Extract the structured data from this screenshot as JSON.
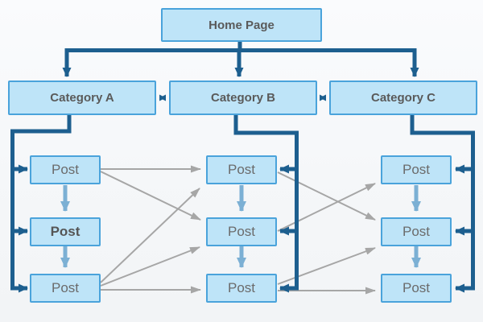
{
  "diagram": {
    "home": {
      "label": "Home Page"
    },
    "categories": [
      {
        "id": "category-a",
        "label": "Category A"
      },
      {
        "id": "category-b",
        "label": "Category B"
      },
      {
        "id": "category-c",
        "label": "Category C"
      }
    ],
    "post_columns": [
      {
        "category": "Category A",
        "posts": [
          {
            "label": "Post",
            "bold": false
          },
          {
            "label": "Post",
            "bold": true
          },
          {
            "label": "Post",
            "bold": false
          }
        ]
      },
      {
        "category": "Category B",
        "posts": [
          {
            "label": "Post",
            "bold": false
          },
          {
            "label": "Post",
            "bold": false
          },
          {
            "label": "Post",
            "bold": false
          }
        ]
      },
      {
        "category": "Category C",
        "posts": [
          {
            "label": "Post",
            "bold": false
          },
          {
            "label": "Post",
            "bold": false
          },
          {
            "label": "Post",
            "bold": false
          }
        ]
      }
    ],
    "edges": {
      "hierarchy": [
        "Home Page → Category A",
        "Home Page → Category B",
        "Home Page → Category C"
      ],
      "category_siblings_bidirectional": [
        "Category A ↔ Category B",
        "Category B ↔ Category C"
      ],
      "category_to_posts": [
        "Category A → A-Post1, A-Post2, A-Post3",
        "Category B → B-Post1, B-Post2, B-Post3",
        "Category C → C-Post1, C-Post2, C-Post3"
      ],
      "post_flow": [
        "A-Post1 → A-Post2",
        "A-Post2 → A-Post3",
        "B-Post1 → B-Post2",
        "B-Post2 → B-Post3",
        "C-Post1 → C-Post2",
        "C-Post2 → C-Post3"
      ],
      "cross_links": [
        "A-Post1 → B-Post1",
        "A-Post1 → B-Post2",
        "A-Post3 → B-Post1",
        "A-Post3 → B-Post2",
        "A-Post3 → B-Post3",
        "B-Post1 → C-Post2",
        "B-Post2 → C-Post1",
        "B-Post3 → C-Post2",
        "B-Post3 → C-Post3"
      ]
    },
    "colors": {
      "node_fill": "#bee4f8",
      "node_border": "#4aa3db",
      "hierarchy_arrows": "#1d5f8f",
      "post_flow_arrows": "#7cb0d4",
      "cross_link_arrows": "#a6a6a6",
      "label_text": "#555555",
      "background": "#f7f8fa"
    }
  }
}
